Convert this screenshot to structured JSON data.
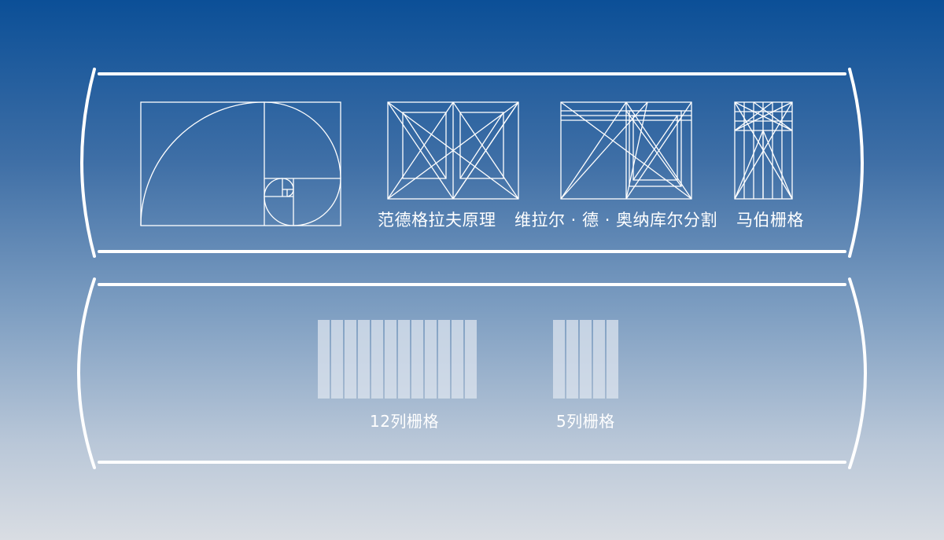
{
  "colors": {
    "stroke": "#ffffff",
    "column_fill": "#dfe6f0",
    "background_top": "#0b4f97",
    "background_bottom": "#d9dde3"
  },
  "panel_top": {
    "diagrams": [
      {
        "key": "golden_spiral",
        "icon": "golden-spiral-icon",
        "caption": ""
      },
      {
        "key": "van_de_graaf",
        "icon": "van-de-graaf-canon-icon",
        "caption": "范德格拉夫原理"
      },
      {
        "key": "villard",
        "icon": "villard-de-honnecourt-icon",
        "caption": "维拉尔 · 德 · 奥纳库尔分割"
      },
      {
        "key": "marber",
        "icon": "marber-grid-icon",
        "caption": "马伯栅格"
      }
    ]
  },
  "panel_bottom": {
    "grids": [
      {
        "key": "grid12",
        "columns": 12,
        "caption": "12列栅格"
      },
      {
        "key": "grid5",
        "columns": 5,
        "caption": "5列栅格"
      }
    ]
  }
}
